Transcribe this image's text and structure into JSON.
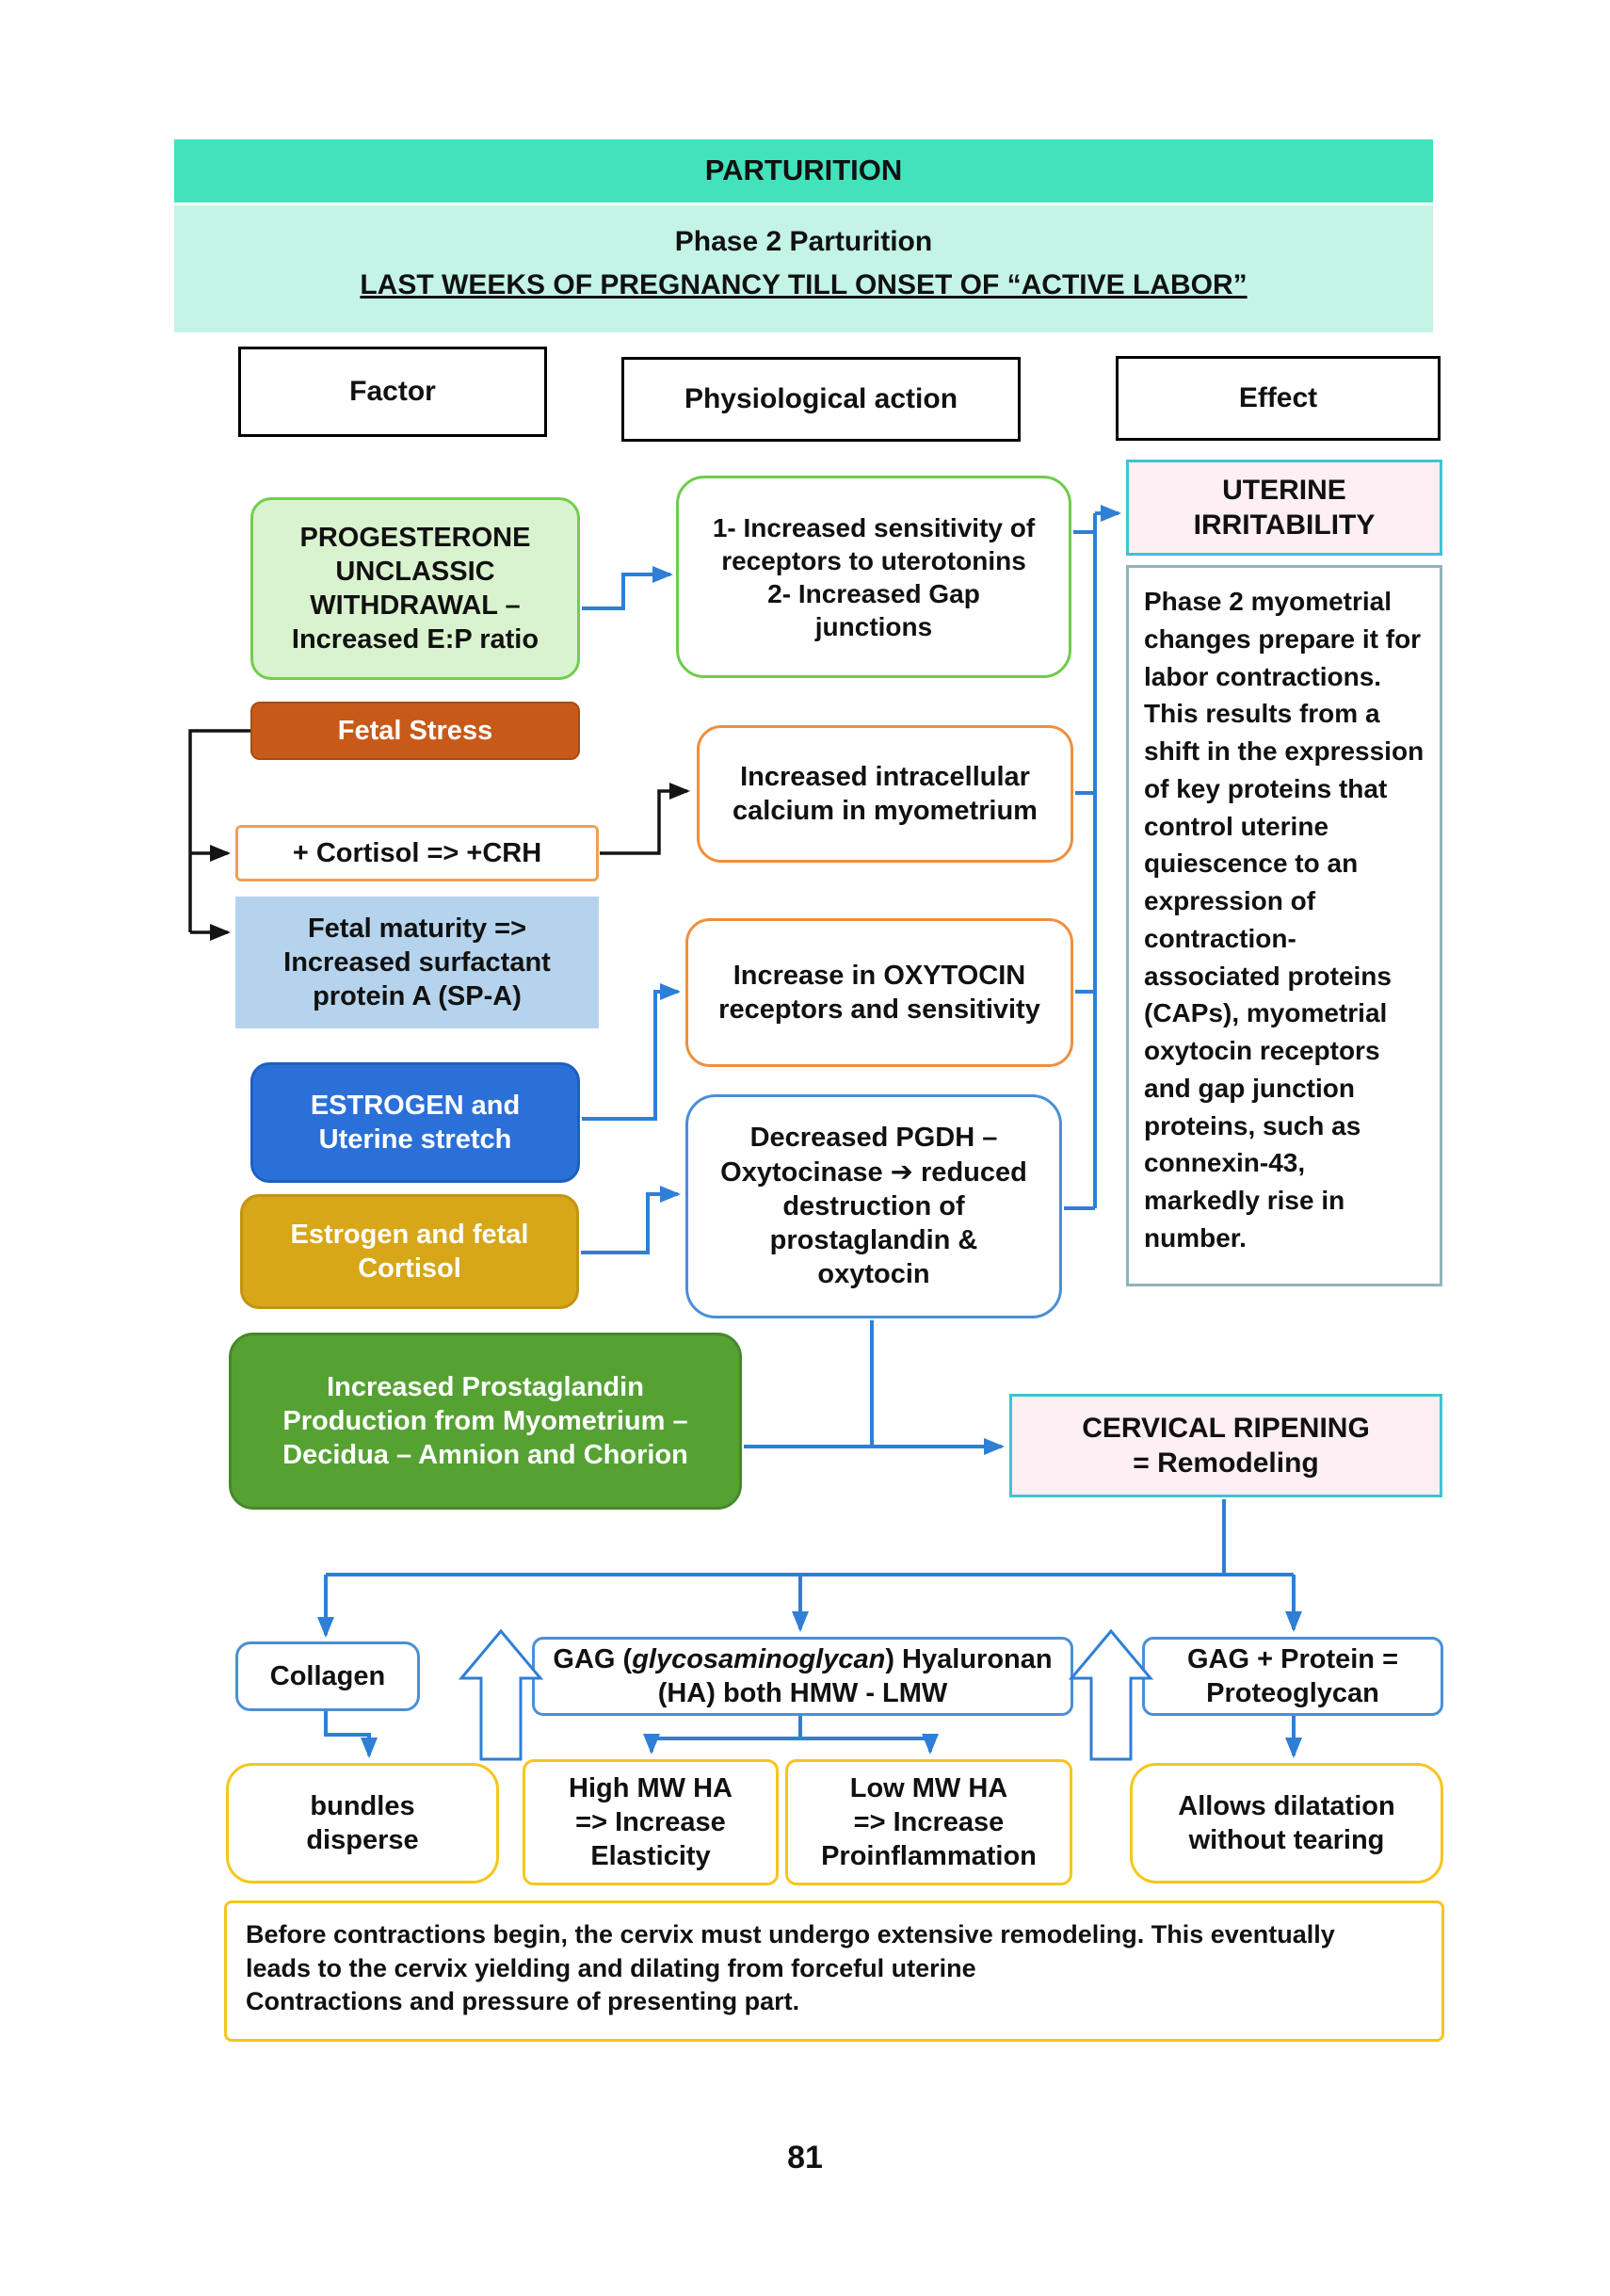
{
  "banner": {
    "title": "PARTURITION",
    "phase": "Phase 2 Parturition",
    "subtitle": "LAST WEEKS OF PREGNANCY TILL ONSET OF “ACTIVE LABOR”"
  },
  "columns": {
    "factor": "Factor",
    "action": "Physiological action",
    "effect": "Effect"
  },
  "factors": {
    "progesterone": "PROGESTERONE\nUNCLASSIC\nWITHDRAWAL –\nIncreased E:P ratio",
    "fetal_stress": "Fetal Stress",
    "cortisol": "+ Cortisol => +CRH",
    "fetal_maturity": "Fetal maturity =>\nIncreased surfactant\nprotein A (SP-A)",
    "estrogen_stretch": "ESTROGEN and\nUterine stretch",
    "estrogen_cortisol": "Estrogen and fetal\nCortisol",
    "prostaglandin": "Increased Prostaglandin\nProduction from Myometrium –\nDecidua – Amnion and Chorion"
  },
  "actions": {
    "receptors": "1- Increased sensitivity of\nreceptors to uterotonins\n2- Increased Gap\njunctions",
    "calcium": "Increased intracellular\ncalcium in myometrium",
    "oxytocin": "Increase in OXYTOCIN\nreceptors and sensitivity",
    "pgdh": "Decreased PGDH –\nOxytocinase ➔ reduced\ndestruction of\nprostaglandin &\noxytocin"
  },
  "effects": {
    "uterine_irritability": "UTERINE\nIRRITABILITY",
    "myometrial_note": "Phase 2 myometrial changes prepare it for labor contractions. This results from a shift in the expression of key proteins that control uterine quiescence to an expression of contraction-associated proteins (CAPs), myometrial oxytocin receptors and gap junction proteins, such as connexin-43, markedly rise in number.",
    "cervical_ripening": "CERVICAL RIPENING\n= Remodeling"
  },
  "remodeling": {
    "collagen": "Collagen",
    "gag_prefix": "GAG (",
    "gag_italic": "glycosaminoglycan",
    "gag_suffix": ") Hyaluronan\n(HA) both HMW - LMW",
    "gag_protein": "GAG + Protein =\nProteoglycan",
    "bundles": "bundles\ndisperse",
    "high_mw": "High MW HA\n=> Increase\nElasticity",
    "low_mw": "Low MW HA\n=> Increase\nProinflammation",
    "dilatation": "Allows dilatation\nwithout tearing",
    "note": "Before contractions begin, the cervix must undergo extensive remodeling. This eventually\nleads to the cervix yielding and dilating from forceful uterine\nContractions and pressure of presenting part."
  },
  "page_number": "81",
  "colors": {
    "banner_teal": "#42e3bc",
    "banner_mint": "#c3f4e6",
    "arrow_blue": "#2f7fd6",
    "green_fill": "#daf3cf",
    "green_border": "#6ecc4a",
    "rust_fill": "#c75a18",
    "orange_border": "#f08f3e",
    "light_blue_fill": "#b5d3ec",
    "blue_fill": "#2b70d9",
    "gold_fill": "#d7a619",
    "dark_green_fill": "#55a233",
    "teal_border": "#3fc3d3",
    "pink_fill": "#fdeff3",
    "yellow_border": "#f6c51c",
    "blue_border": "#4a8fd8"
  }
}
